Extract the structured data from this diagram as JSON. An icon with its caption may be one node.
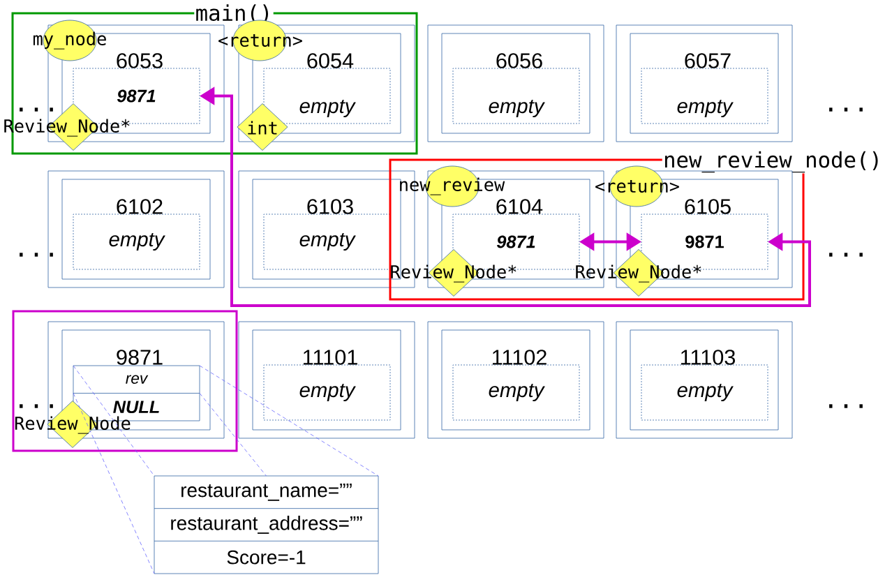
{
  "diagram": {
    "nodes": [
      {
        "text": [
          "main()"
        ]
      },
      {
        "text": [
          "6053"
        ],
        "in": 0
      },
      {
        "text": [
          "9871"
        ],
        "in": 1
      },
      {
        "text": [
          "my_node"
        ],
        "in": 0
      },
      {
        "text": [
          "Review_Node*"
        ],
        "in": 0
      },
      {
        "text": [
          "6054"
        ],
        "in": 0
      },
      {
        "text": [
          "empty"
        ],
        "in": 5
      },
      {
        "text": [
          "<return>"
        ],
        "in": 0
      },
      {
        "text": [
          "int"
        ],
        "in": 0
      },
      {
        "text": [
          "6056"
        ]
      },
      {
        "text": [
          "empty"
        ],
        "in": 9
      },
      {
        "text": [
          "6057"
        ]
      },
      {
        "text": [
          "empty"
        ],
        "in": 11
      },
      {
        "text": [
          "6102"
        ]
      },
      {
        "text": [
          "empty"
        ],
        "in": 13
      },
      {
        "text": [
          "6103"
        ]
      },
      {
        "text": [
          "empty"
        ],
        "in": 15
      },
      {
        "text": [
          "new_review_node()"
        ]
      },
      {
        "text": [
          "6104"
        ],
        "in": 17
      },
      {
        "text": [
          "9871"
        ],
        "in": 18
      },
      {
        "text": [
          "new_review"
        ],
        "in": 17
      },
      {
        "text": [
          "Review_Node*"
        ],
        "in": 17
      },
      {
        "text": [
          "6105"
        ],
        "in": 17
      },
      {
        "text": [
          "9871"
        ],
        "in": 22
      },
      {
        "text": [
          "<return>"
        ],
        "in": 17
      },
      {
        "text": [
          "Review_Node*"
        ],
        "in": 17
      },
      {
        "text": [],
        "shape": "box"
      },
      {
        "text": [
          "9871"
        ],
        "in": 26
      },
      {
        "text": [
          "rev",
          "NULL"
        ],
        "in": 27
      },
      {
        "text": [
          "Review_Node"
        ],
        "in": 26
      },
      {
        "text": [
          "11101"
        ]
      },
      {
        "text": [
          "empty"
        ],
        "in": 30
      },
      {
        "text": [
          "11102"
        ]
      },
      {
        "text": [
          "empty"
        ],
        "in": 32
      },
      {
        "text": [
          "11103"
        ]
      },
      {
        "text": [
          "empty"
        ],
        "in": 34
      },
      {
        "text": [
          "restaurant_name=””",
          "restaurant_address=””",
          "Score=-1"
        ]
      }
    ],
    "edges": [
      {
        "from": 23,
        "to": 2,
        "arrow": "both",
        "style": "thick",
        "color": "#cc00cc"
      },
      {
        "from": 19,
        "to": 23,
        "arrow": "both",
        "style": "thick",
        "color": "#cc00cc"
      },
      {
        "from": 28,
        "to": 36,
        "arrow": "none",
        "style": "dashed",
        "color": "#6666ff"
      },
      {
        "from": 28,
        "to": 36,
        "arrow": "none",
        "style": "dashed",
        "color": "#6666ff"
      },
      {
        "from": 28,
        "to": 36,
        "arrow": "none",
        "style": "dashed",
        "color": "#6666ff"
      },
      {
        "from": 28,
        "to": 36,
        "arrow": "none",
        "style": "dashed",
        "color": "#6666ff"
      }
    ],
    "labels": [
      "...",
      "...",
      "...",
      "...",
      "...",
      "..."
    ]
  }
}
